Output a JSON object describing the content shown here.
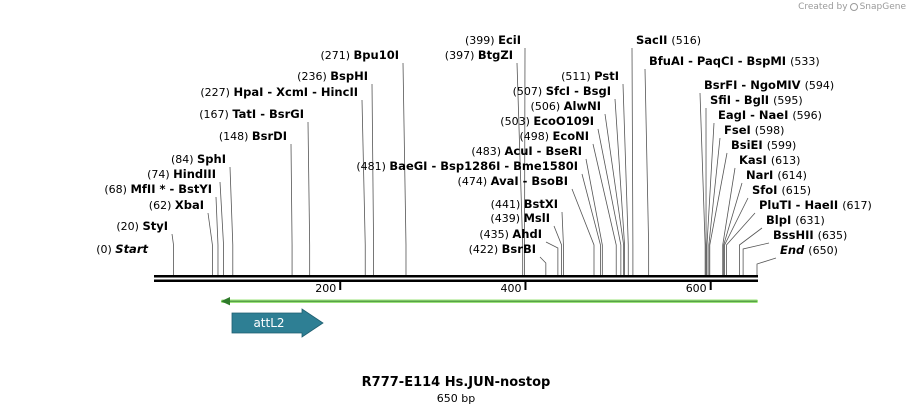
{
  "credit": {
    "prefix": "Created by",
    "brand": "SnapGene"
  },
  "title": "R777-E114 Hs.JUN-nostop",
  "subtitle": "650 bp",
  "sequence": {
    "length": 650,
    "ticks": [
      200,
      400,
      600
    ]
  },
  "colors": {
    "feature_fill": "#2e7f94",
    "feature_text": "#ffffff",
    "strand_line": "#9be37a",
    "backbone": "#000000"
  },
  "feature": {
    "name": "attL2",
    "direction": "forward"
  },
  "sites": [
    {
      "name": "Start",
      "pos": 0,
      "italic": true
    },
    {
      "name": "StyI",
      "pos": 20
    },
    {
      "name": "XbaI",
      "pos": 62
    },
    {
      "name": "MfII * - BstYI",
      "pos": 68
    },
    {
      "name": "HindIII",
      "pos": 74
    },
    {
      "name": "SphI",
      "pos": 84
    },
    {
      "name": "BsrDI",
      "pos": 148
    },
    {
      "name": "TatI - BsrGI",
      "pos": 167
    },
    {
      "name": "HpaI - XcmI - HincII",
      "pos": 227
    },
    {
      "name": "BspHI",
      "pos": 236
    },
    {
      "name": "Bpu10I",
      "pos": 271
    },
    {
      "name": "BsrBI",
      "pos": 422
    },
    {
      "name": "AhdI",
      "pos": 435
    },
    {
      "name": "MslI",
      "pos": 439
    },
    {
      "name": "BstXI",
      "pos": 441
    },
    {
      "name": "AvaI - BsoBI",
      "pos": 474
    },
    {
      "name": "BaeGI - Bsp1286I - Bme1580I",
      "pos": 481
    },
    {
      "name": "AcuI - BseRI",
      "pos": 483
    },
    {
      "name": "EcoNI",
      "pos": 498
    },
    {
      "name": "EcoO109I",
      "pos": 503
    },
    {
      "name": "AlwNI",
      "pos": 506
    },
    {
      "name": "SfcI - BsgI",
      "pos": 507
    },
    {
      "name": "PstI",
      "pos": 511
    },
    {
      "name": "BtgZI",
      "pos": 397
    },
    {
      "name": "EciI",
      "pos": 399
    },
    {
      "name": "SacII",
      "pos": 516
    },
    {
      "name": "BfuAI - PaqCI - BspMI",
      "pos": 533
    },
    {
      "name": "BsrFI - NgoMIV",
      "pos": 594
    },
    {
      "name": "SfiI - BglI",
      "pos": 595
    },
    {
      "name": "EagI - NaeI",
      "pos": 596
    },
    {
      "name": "FseI",
      "pos": 598
    },
    {
      "name": "BsiEI",
      "pos": 599
    },
    {
      "name": "KasI",
      "pos": 613
    },
    {
      "name": "NarI",
      "pos": 614
    },
    {
      "name": "SfoI",
      "pos": 615
    },
    {
      "name": "PluTI - HaeII",
      "pos": 617
    },
    {
      "name": "BlpI",
      "pos": 631
    },
    {
      "name": "BssHII",
      "pos": 635
    },
    {
      "name": "End",
      "pos": 650,
      "italic": true
    }
  ]
}
